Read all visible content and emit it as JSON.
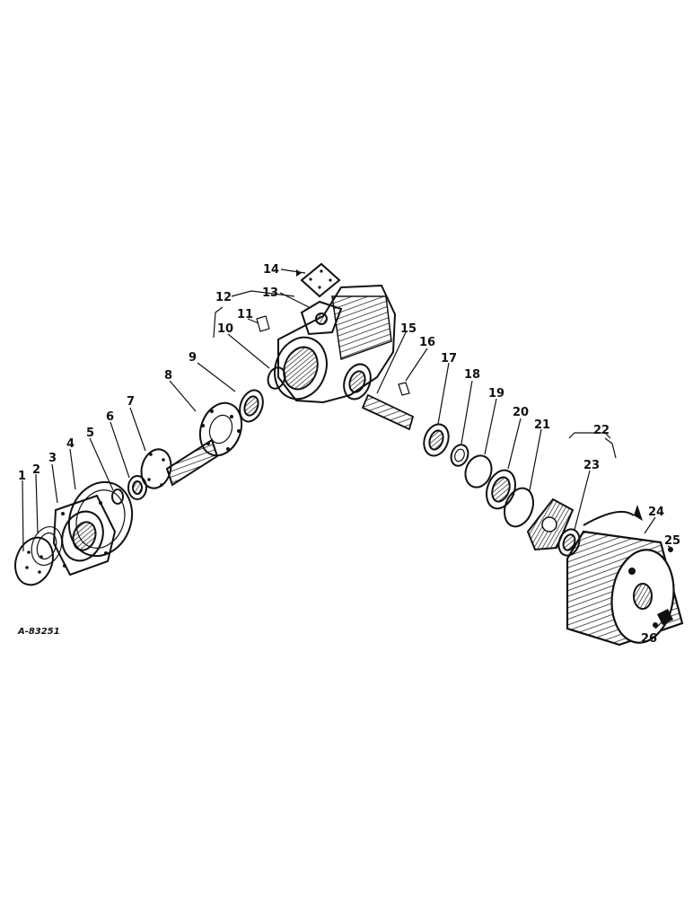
{
  "figure_code": "A-83251",
  "callouts": [
    {
      "id": "callout-1",
      "label": "1"
    },
    {
      "id": "callout-2",
      "label": "2"
    },
    {
      "id": "callout-3",
      "label": "3"
    },
    {
      "id": "callout-4",
      "label": "4"
    },
    {
      "id": "callout-5",
      "label": "5"
    },
    {
      "id": "callout-6",
      "label": "6"
    },
    {
      "id": "callout-7",
      "label": "7"
    },
    {
      "id": "callout-8",
      "label": "8"
    },
    {
      "id": "callout-9",
      "label": "9"
    },
    {
      "id": "callout-10",
      "label": "10"
    },
    {
      "id": "callout-11",
      "label": "11"
    },
    {
      "id": "callout-12",
      "label": "12"
    },
    {
      "id": "callout-13",
      "label": "13"
    },
    {
      "id": "callout-14",
      "label": "14"
    },
    {
      "id": "callout-15",
      "label": "15"
    },
    {
      "id": "callout-16",
      "label": "16"
    },
    {
      "id": "callout-17",
      "label": "17"
    },
    {
      "id": "callout-18",
      "label": "18"
    },
    {
      "id": "callout-19",
      "label": "19"
    },
    {
      "id": "callout-20",
      "label": "20"
    },
    {
      "id": "callout-21",
      "label": "21"
    },
    {
      "id": "callout-22",
      "label": "22"
    },
    {
      "id": "callout-23",
      "label": "23"
    },
    {
      "id": "callout-24",
      "label": "24"
    },
    {
      "id": "callout-25",
      "label": "25"
    },
    {
      "id": "callout-26",
      "label": "26"
    }
  ]
}
